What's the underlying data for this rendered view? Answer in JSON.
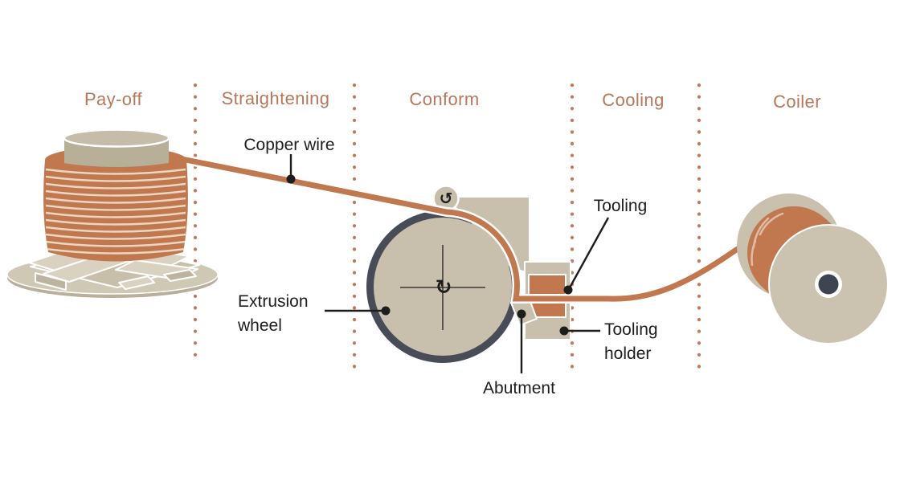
{
  "diagram": {
    "sections": [
      {
        "id": "pay-off",
        "label": "Pay-off"
      },
      {
        "id": "straightening",
        "label": "Straightening"
      },
      {
        "id": "conform",
        "label": "Conform"
      },
      {
        "id": "cooling",
        "label": "Cooling"
      },
      {
        "id": "coiler",
        "label": "Coiler"
      }
    ],
    "labels": {
      "copper_wire": "Copper wire",
      "extrusion_wheel": {
        "line1": "Extrusion",
        "line2": "wheel"
      },
      "abutment": "Abutment",
      "tooling": "Tooling",
      "tooling_holder": {
        "line1": "Tooling",
        "line2": "holder"
      }
    },
    "icons": {
      "wheel_rotation": "↻",
      "feed_rotation": "↺"
    },
    "colors": {
      "copper": "#c1784f",
      "machine_beige": "#c8c0ad",
      "wheel_rim": "#474c57",
      "spool_hub": "#3e4450",
      "section_label": "#b7775a",
      "separator_dots": "#c2785a",
      "annotation": "#1d1d1b"
    }
  }
}
